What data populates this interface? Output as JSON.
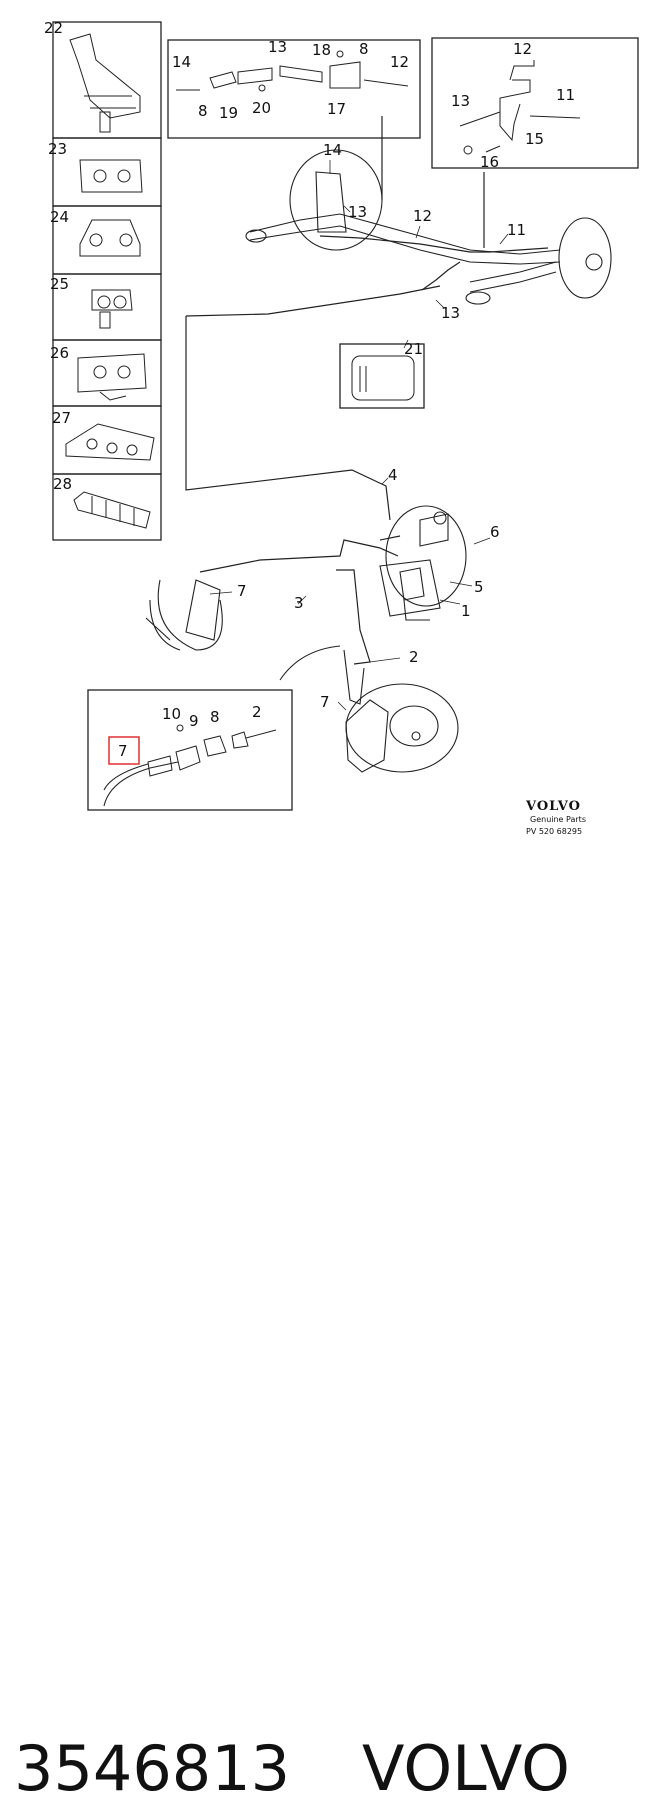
{
  "callouts": {
    "c22": "22",
    "c23": "23",
    "c24": "24",
    "c25": "25",
    "c26": "26",
    "c27": "27",
    "c28": "28",
    "d14": "14",
    "d13": "13",
    "d18": "18",
    "d8a": "8",
    "d12": "12",
    "d8b": "8",
    "d19": "19",
    "d20": "20",
    "d17": "17",
    "r12": "12",
    "r13": "13",
    "r11": "11",
    "r15": "15",
    "r16": "16",
    "m14": "14",
    "m13": "13",
    "m12": "12",
    "m11": "11",
    "m13b": "13",
    "m21": "21",
    "b4": "4",
    "b6": "6",
    "b5": "5",
    "b1": "1",
    "b7a": "7",
    "b3": "3",
    "b2": "2",
    "b7b": "7",
    "l10": "10",
    "l9": "9",
    "l8": "8",
    "l2": "2",
    "l7": "7"
  },
  "highlight": {
    "label": "7",
    "color": "#e03030"
  },
  "brand": {
    "logo": "VOLVO",
    "genuine": "Genuine Parts",
    "code": "PV  520 68295"
  },
  "footer": {
    "part_number": "3546813",
    "make": "VOLVO"
  }
}
